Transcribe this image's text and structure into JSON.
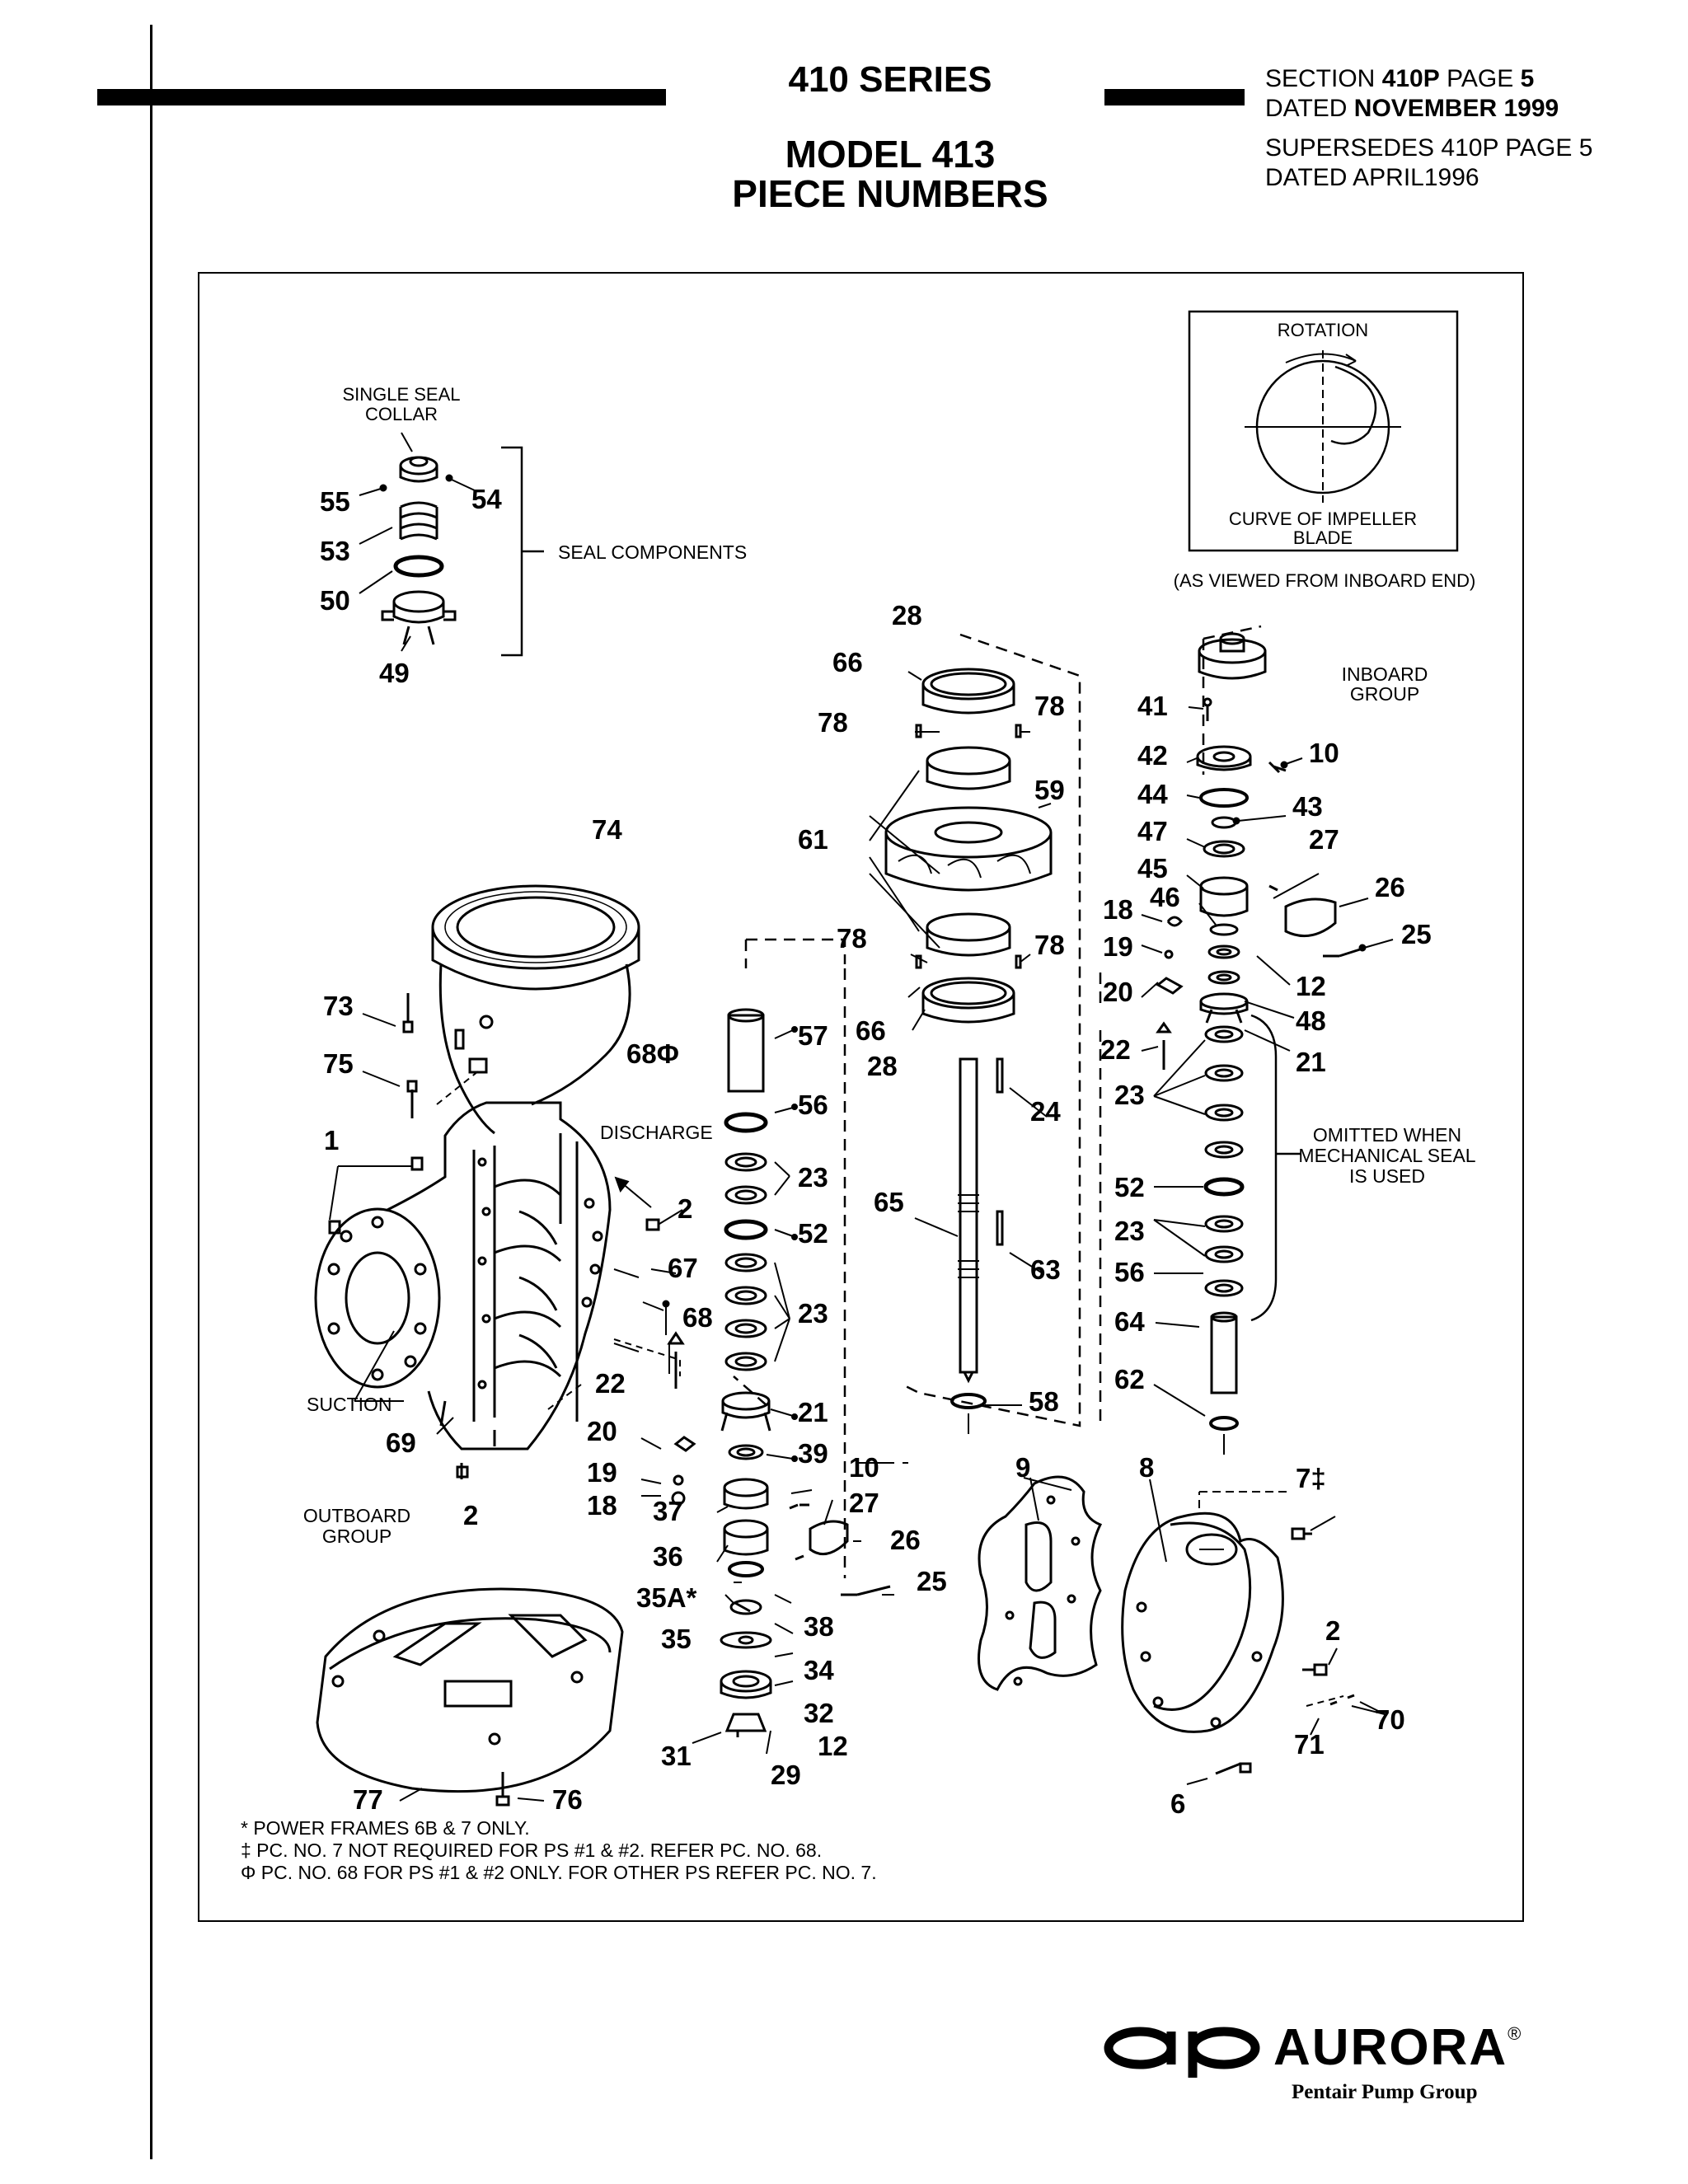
{
  "header": {
    "series": "410 SERIES",
    "model": "MODEL 413",
    "subtitle": "PIECE NUMBERS",
    "section_line": {
      "prefix": "SECTION ",
      "section": "410P",
      "page_word": " PAGE ",
      "page": "5"
    },
    "dated_line": {
      "prefix": "DATED ",
      "date": "NOVEMBER 1999"
    },
    "supersedes": "SUPERSEDES 410P PAGE 5",
    "supersedes_dated": "DATED APRIL1996"
  },
  "labels": {
    "single_seal_collar": [
      "SINGLE SEAL",
      "COLLAR"
    ],
    "seal_components": "SEAL COMPONENTS",
    "rotation": "ROTATION",
    "curve_of_impeller": [
      "CURVE OF IMPELLER",
      "BLADE"
    ],
    "viewed_from": "(AS VIEWED FROM INBOARD END)",
    "inboard_group": [
      "INBOARD",
      "GROUP"
    ],
    "outboard_group": [
      "OUTBOARD",
      "GROUP"
    ],
    "discharge": "DISCHARGE",
    "suction": "SUCTION",
    "omitted_when": [
      "OMITTED WHEN",
      "MECHANICAL SEAL",
      "IS USED"
    ]
  },
  "piece_numbers": [
    "55",
    "54",
    "53",
    "50",
    "49",
    "28",
    "66",
    "78",
    "78",
    "61",
    "59",
    "78",
    "78",
    "66",
    "28",
    "74",
    "73",
    "75",
    "68Φ",
    "1",
    "2",
    "67",
    "68",
    "22",
    "20",
    "19",
    "18",
    "69",
    "2",
    "57",
    "56",
    "23",
    "52",
    "23",
    "21",
    "39",
    "10",
    "37",
    "27",
    "36",
    "26",
    "35A*",
    "25",
    "38",
    "35",
    "34",
    "32",
    "31",
    "12",
    "29",
    "65",
    "24",
    "63",
    "58",
    "41",
    "42",
    "10",
    "44",
    "43",
    "47",
    "27",
    "45",
    "26",
    "46",
    "18",
    "25",
    "19",
    "12",
    "20",
    "48",
    "22",
    "21",
    "23",
    "52",
    "23",
    "56",
    "64",
    "62",
    "9",
    "8",
    "7‡",
    "2",
    "70",
    "71",
    "6",
    "77",
    "76"
  ],
  "footnotes": [
    "* POWER FRAMES 6B & 7 ONLY.",
    "‡ PC. NO. 7 NOT REQUIRED FOR PS #1 & #2. REFER PC. NO. 68.",
    "Φ PC. NO. 68  FOR PS #1 & #2 ONLY. FOR OTHER PS REFER PC. NO. 7."
  ],
  "logo": {
    "mark": "ap",
    "brand": "AURORA",
    "registered": "®",
    "tagline": "Pentair Pump Group"
  }
}
